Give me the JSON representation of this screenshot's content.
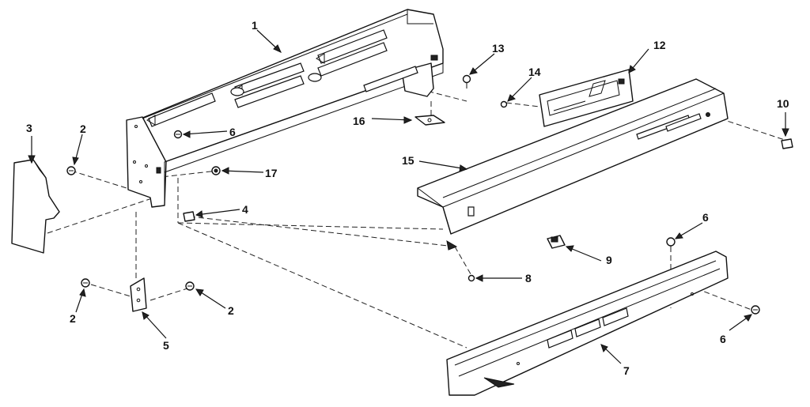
{
  "diagram": {
    "callouts": {
      "c1": "1",
      "c2a": "2",
      "c2b": "2",
      "c2c": "2",
      "c3": "3",
      "c4": "4",
      "c5": "5",
      "c6a": "6",
      "c6b": "6",
      "c6c": "6",
      "c7": "7",
      "c8": "8",
      "c9": "9",
      "c10": "10",
      "c12": "12",
      "c13": "13",
      "c14": "14",
      "c15": "15",
      "c16": "16",
      "c17": "17"
    }
  }
}
